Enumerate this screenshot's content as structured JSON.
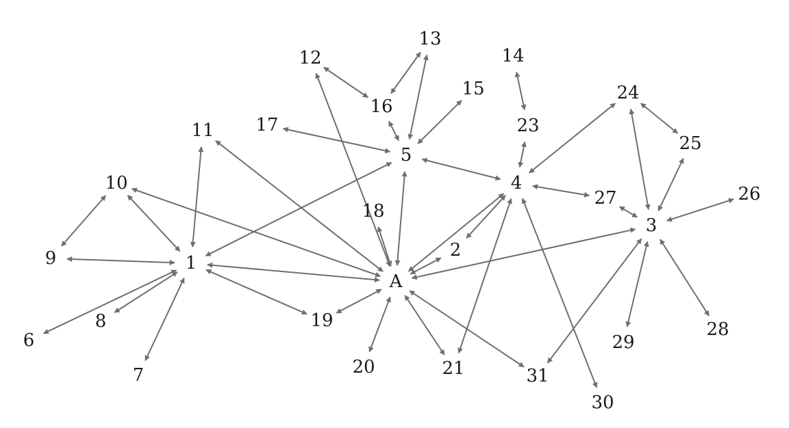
{
  "diagram": {
    "type": "undirected-graph",
    "edge_style": "double-headed-arrow",
    "edge_color": "#6e6e6e",
    "label_color": "#1a1a1a",
    "nodes": [
      "A",
      "1",
      "2",
      "3",
      "4",
      "5",
      "6",
      "7",
      "8",
      "9",
      "10",
      "11",
      "12",
      "13",
      "14",
      "15",
      "16",
      "17",
      "18",
      "19",
      "20",
      "21",
      "23",
      "24",
      "25",
      "26",
      "27",
      "28",
      "29",
      "30",
      "31"
    ],
    "edges": [
      [
        "9",
        "1"
      ],
      [
        "9",
        "10"
      ],
      [
        "10",
        "1"
      ],
      [
        "11",
        "1"
      ],
      [
        "6",
        "1"
      ],
      [
        "8",
        "1"
      ],
      [
        "7",
        "1"
      ],
      [
        "1",
        "5"
      ],
      [
        "1",
        "A"
      ],
      [
        "1",
        "19"
      ],
      [
        "10",
        "A"
      ],
      [
        "11",
        "A"
      ],
      [
        "12",
        "A"
      ],
      [
        "12",
        "16"
      ],
      [
        "16",
        "13"
      ],
      [
        "13",
        "5"
      ],
      [
        "16",
        "5"
      ],
      [
        "17",
        "5"
      ],
      [
        "15",
        "5"
      ],
      [
        "5",
        "A"
      ],
      [
        "5",
        "4"
      ],
      [
        "14",
        "23"
      ],
      [
        "23",
        "4"
      ],
      [
        "24",
        "4"
      ],
      [
        "4",
        "27"
      ],
      [
        "4",
        "2"
      ],
      [
        "4",
        "A"
      ],
      [
        "4",
        "21"
      ],
      [
        "4",
        "30"
      ],
      [
        "24",
        "3"
      ],
      [
        "24",
        "25"
      ],
      [
        "25",
        "3"
      ],
      [
        "26",
        "3"
      ],
      [
        "27",
        "3"
      ],
      [
        "3",
        "A"
      ],
      [
        "3",
        "31"
      ],
      [
        "3",
        "29"
      ],
      [
        "3",
        "28"
      ],
      [
        "18",
        "A"
      ],
      [
        "2",
        "A"
      ],
      [
        "19",
        "A"
      ],
      [
        "20",
        "A"
      ],
      [
        "21",
        "A"
      ],
      [
        "31",
        "A"
      ]
    ]
  }
}
